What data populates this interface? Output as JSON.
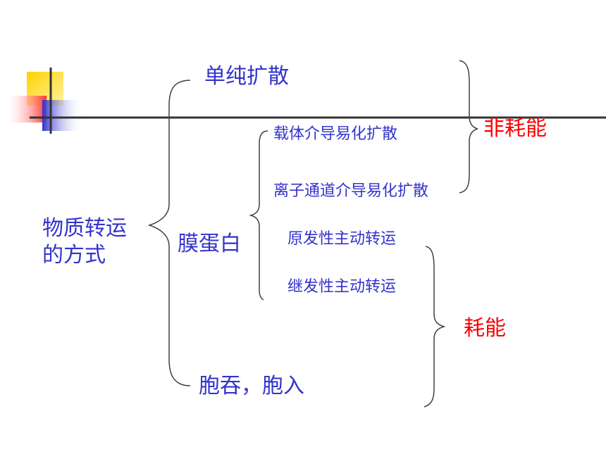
{
  "diagram": {
    "root_label": "物质转运\n的方式",
    "branch_simple": "单纯扩散",
    "branch_membrane_protein": "膜蛋白",
    "branch_cytosis": "胞吞，胞入",
    "sub_carrier": "载体介导易化扩散",
    "sub_channel": "离子通道介导易化扩散",
    "sub_primary": "原发性主动转运",
    "sub_secondary": "继发性主动转运",
    "non_energy": "非耗能",
    "energy": "耗能"
  },
  "colors": {
    "text_blue": "#3333cc",
    "text_red": "#ff0000",
    "brace_gray": "#404040",
    "deco_yellow": "#ffd200",
    "deco_blue": "#3333cc",
    "deco_red": "#ff4d4d",
    "deco_line": "#333333"
  }
}
